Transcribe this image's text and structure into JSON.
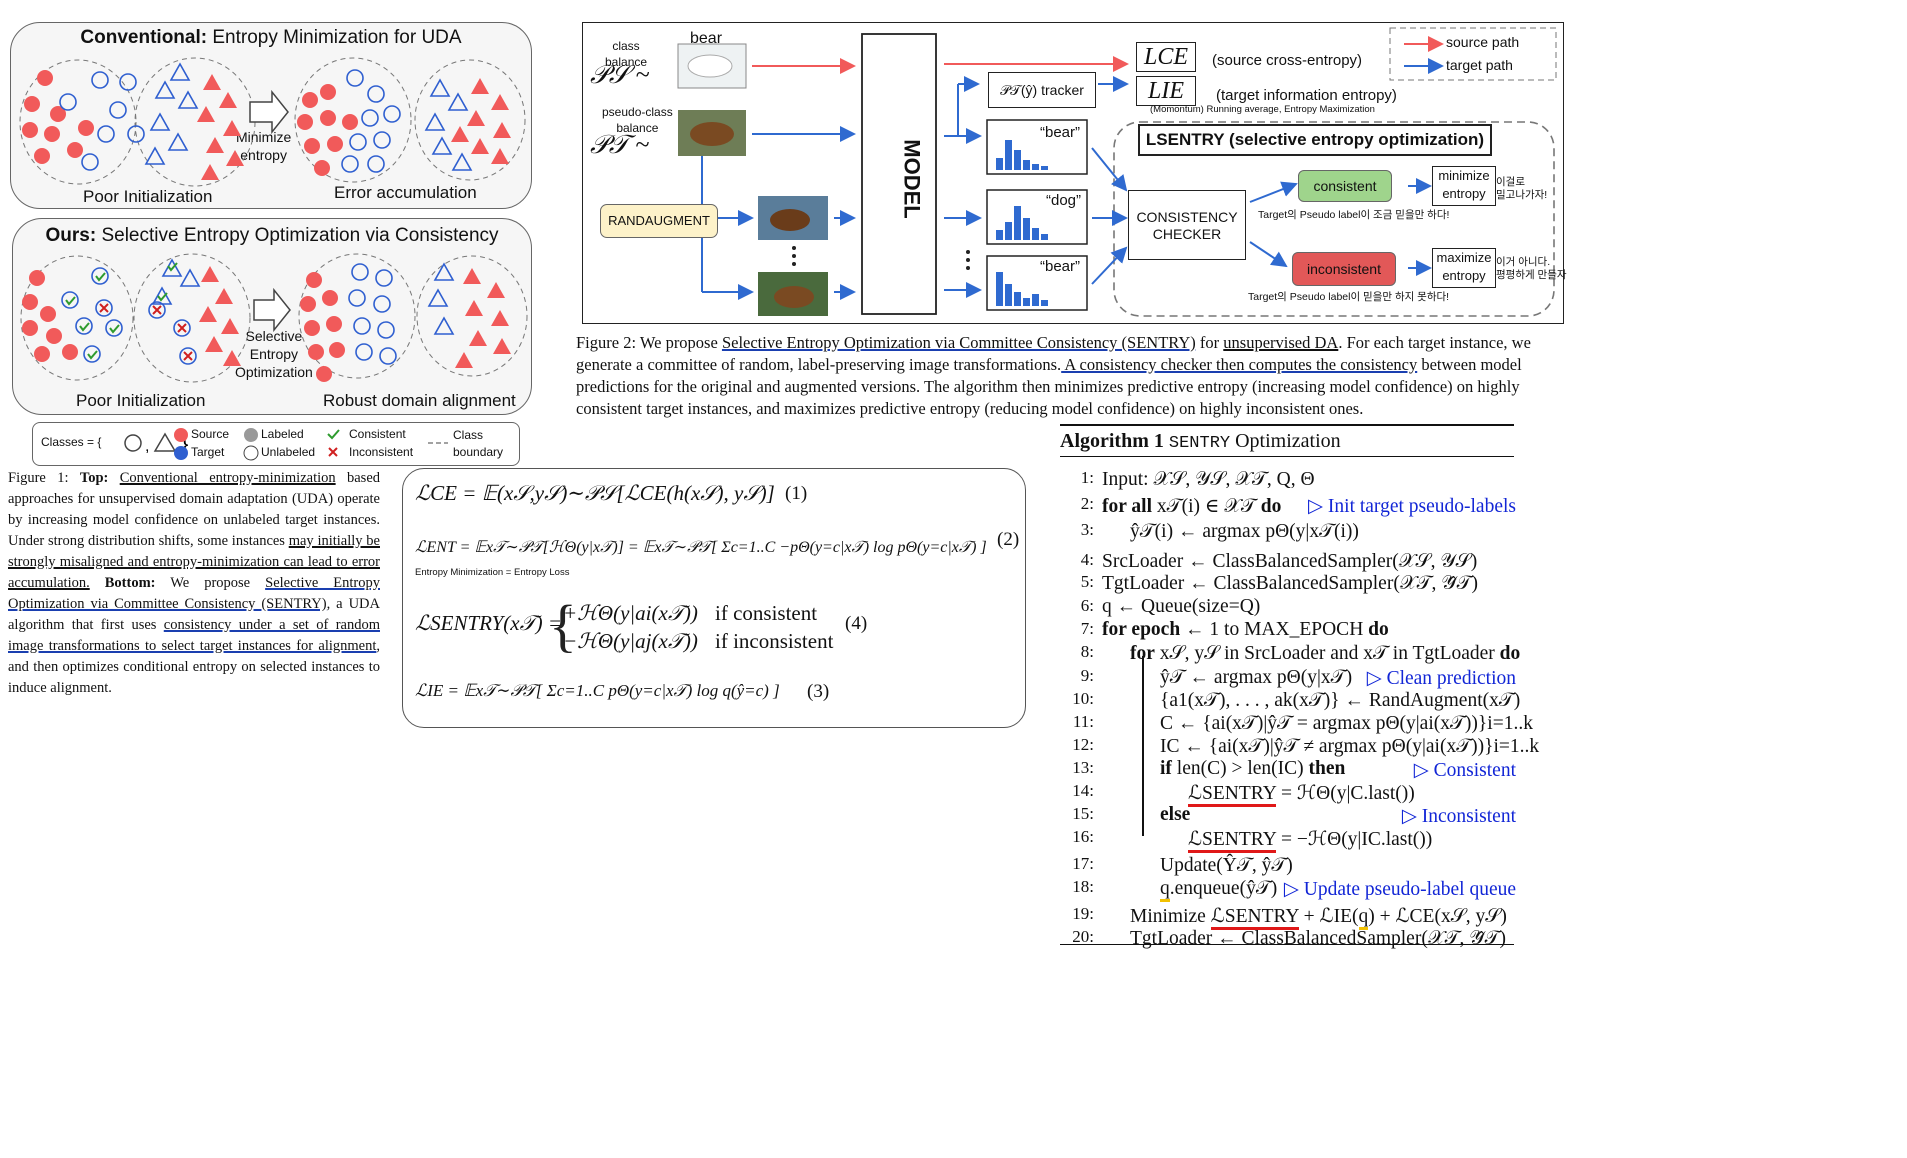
{
  "fig1": {
    "top_panel": {
      "title_bold": "Conventional:",
      "title_rest": " Entropy Minimization for UDA",
      "arrow_label": "Minimize\nentropy",
      "left_caption": "Poor Initialization",
      "right_caption": "Error accumulation"
    },
    "bottom_panel": {
      "title_bold": "Ours:",
      "title_rest": " Selective Entropy Optimization via Consistency",
      "arrow_label": "Selective\nEntropy\nOptimization",
      "left_caption": "Poor Initialization",
      "right_caption": "Robust domain alignment"
    },
    "legend": {
      "classes": "Classes = {",
      "source": "Source",
      "target": "Target",
      "labeled": "Labeled",
      "unlabeled": "Unlabeled",
      "consistent": "Consistent",
      "inconsistent": "Inconsistent",
      "class_boundary": "Class\nboundary"
    },
    "caption": {
      "lead": "Figure 1:",
      "top": "Top:",
      "conv": "Conventional entropy-minimization",
      "t1": " based approaches for unsupervised domain adaptation (UDA) operate by increasing model confidence on unlabeled target instances. Under strong distribution shifts, some instances ",
      "u1": "may initially be strongly misaligned and entropy-minimization can lead to error accumulation.",
      "bottom": " Bottom:",
      "t2": " We propose ",
      "u2": "Selective Entropy Optimization via Committee Consistency (SENTRY)",
      "t3": ", a UDA algorithm that first uses ",
      "u3": "consistency under a set of random image transformations to select target instances for alignment",
      "t4": ", and then optimizes conditional entropy on selected instances to induce alignment."
    }
  },
  "fig2": {
    "source_label": "class\nbalance",
    "bear_label": "bear",
    "ps": "𝒫𝒮 ~",
    "pseudo_label": "pseudo-class\nbalance",
    "pt": "𝒫𝒯 ~",
    "randaugment": "RANDAUGMENT",
    "model": "MODEL",
    "lce": "LCE",
    "lce_desc": "(source cross-entropy)",
    "lie": "LIE",
    "lie_desc": "(target information entropy)",
    "lie_sub": "(Momontum) Running average, Entropy Maximization",
    "tracker": "𝒫𝒯(ŷ) tracker",
    "legend_source": "source path",
    "legend_target": "target path",
    "sentry_title": "LSENTRY (selective entropy optimization)",
    "hist_labels": [
      "“bear”",
      "“dog”",
      "“bear”"
    ],
    "checker": "CONSISTENCY\nCHECKER",
    "consistent": "consistent",
    "inconsistent": "inconsistent",
    "minimize": "minimize\nentropy",
    "maximize": "maximize\nentropy",
    "kor1": "Target의 Pseudo label이 조금 믿을만 하다!",
    "kor2": "Target의 Pseudo label이 믿을만 하지 못하다!",
    "kor3": "이걸로\n밀고나가자!",
    "kor4": "이거 아니다.\n평평하게 만들자",
    "caption": {
      "lead": "Figure 2: We propose ",
      "u1": "Selective Entropy Optimization via Committee Consistency (SENTRY)",
      "t1": " for ",
      "u2": "unsupervised DA",
      "t2": ". For each target instance, we generate a committee of random, label-preserving image transformations.",
      "u3": " A consistency checker then computes the consistency",
      "t3": " between model predictions for the original and augmented versions. The algorithm then minimizes predictive entropy (increasing model confidence) on highly consistent target instances, and maximizes predictive entropy (reducing model confidence) on highly inconsistent ones."
    }
  },
  "equations": {
    "eq1": "ℒCE = 𝔼(x𝒮,y𝒮)∼𝒫𝒮[ℒCE(h(x𝒮), y𝒮)]",
    "n1": "(1)",
    "eq2": "ℒENT = 𝔼x𝒯∼𝒫𝒯[ℋΘ(y|x𝒯)] = 𝔼x𝒯∼𝒫𝒯[ Σc=1..C −pΘ(y=c|x𝒯) log pΘ(y=c|x𝒯) ]",
    "n2": "(2)",
    "eq2_note": "Entropy Minimization = Entropy Loss",
    "eq4_lhs": "ℒSENTRY(x𝒯) =",
    "eq4_a": "+ℋΘ(y|ai(x𝒯))",
    "eq4_a_cond": "if consistent",
    "eq4_b": "−ℋΘ(y|aj(x𝒯))",
    "eq4_b_cond": "if inconsistent",
    "n4": "(4)",
    "eq3": "ℒIE = 𝔼x𝒯∼𝒫𝒯[ Σc=1..C pΘ(y=c|x𝒯) log q(ŷ=c) ]",
    "n3": "(3)"
  },
  "algorithm": {
    "title_bold": "Algorithm 1",
    "title_rest": " Optimization",
    "title_mono": "SENTRY",
    "lines": [
      {
        "n": "1:",
        "text": "Input: 𝒳𝒮, 𝒴𝒮, 𝒳𝒯, Q, Θ",
        "comment": ""
      },
      {
        "n": "2:",
        "text": "for all x𝒯(i) ∈ 𝒳𝒯 do",
        "comment": "▷ Init target pseudo-labels"
      },
      {
        "n": "3:",
        "text": "ŷ𝒯(i) ← argmax pΘ(y|x𝒯(i))",
        "comment": ""
      },
      {
        "n": "4:",
        "text": "SrcLoader ← ClassBalancedSampler(𝒳𝒮, 𝒴𝒮)",
        "comment": ""
      },
      {
        "n": "5:",
        "text": "TgtLoader ← ClassBalancedSampler(𝒳𝒯, 𝒴̂𝒯)",
        "comment": ""
      },
      {
        "n": "6:",
        "text": "q ← Queue(size=Q)",
        "comment": ""
      },
      {
        "n": "7:",
        "text": "for epoch ← 1 to MAX_EPOCH do",
        "comment": ""
      },
      {
        "n": "8:",
        "text": "for x𝒮, y𝒮 in SrcLoader and x𝒯 in TgtLoader do",
        "comment": ""
      },
      {
        "n": "9:",
        "text": "ŷ𝒯 ← argmax pΘ(y|x𝒯)",
        "comment": "▷ Clean prediction"
      },
      {
        "n": "10:",
        "text": "{a1(x𝒯), . . . , ak(x𝒯)} ← RandAugment(x𝒯)",
        "comment": ""
      },
      {
        "n": "11:",
        "text": "C ← {ai(x𝒯)|ŷ𝒯 = argmax pΘ(y|ai(x𝒯))}i=1..k",
        "comment": ""
      },
      {
        "n": "12:",
        "text": "IC ← {ai(x𝒯)|ŷ𝒯 ≠ argmax pΘ(y|ai(x𝒯))}i=1..k",
        "comment": ""
      },
      {
        "n": "13:",
        "text": "if len(C) > len(IC) then",
        "comment": "▷ Consistent"
      },
      {
        "n": "14:",
        "text": "ℒSENTRY = ℋΘ(y|C.last())",
        "comment": ""
      },
      {
        "n": "15:",
        "text": "else",
        "comment": "▷ Inconsistent"
      },
      {
        "n": "16:",
        "text": "ℒSENTRY = −ℋΘ(y|IC.last())",
        "comment": ""
      },
      {
        "n": "17:",
        "text": "Update(Ŷ𝒯, ŷ𝒯)",
        "comment": ""
      },
      {
        "n": "18:",
        "text": "q.enqueue(ŷ𝒯)",
        "comment": "▷ Update pseudo-label queue"
      },
      {
        "n": "19:",
        "text": "Minimize ℒSENTRY + ℒIE(q) + ℒCE(x𝒮, y𝒮)",
        "comment": ""
      },
      {
        "n": "20:",
        "text": "TgtLoader ← ClassBalancedSampler(𝒳𝒯, 𝒴̂𝒯)",
        "comment": ""
      }
    ]
  },
  "colors": {
    "source_red": "#f15a5a",
    "target_blue": "#2f5fd0",
    "consistent_green": "#9fd48c",
    "inconsistent_red": "#e25858",
    "randaug_fill": "#fdf2c9",
    "comment_blue": "#1226d6"
  }
}
